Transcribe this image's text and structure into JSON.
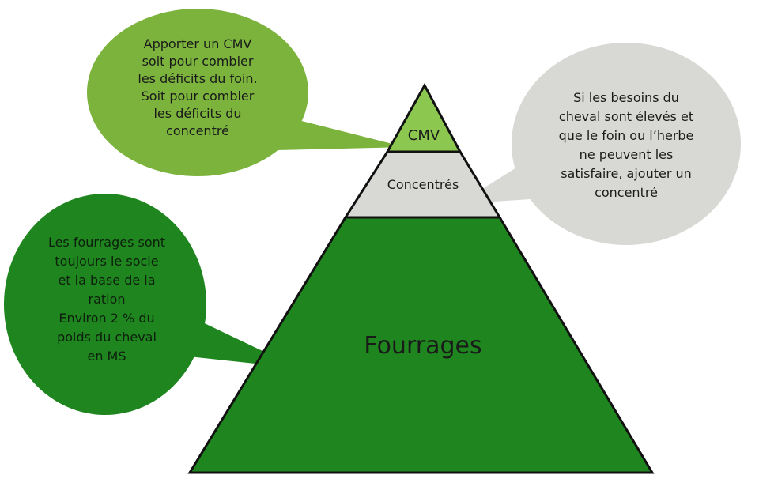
{
  "pyramid": {
    "layers": [
      {
        "label": "CMV",
        "color": "#8cc850"
      },
      {
        "label": "Concentrés",
        "color": "#d8d8d4"
      },
      {
        "label": "Fourrages",
        "color": "#1f861f"
      }
    ]
  },
  "bubbles": {
    "cmv": {
      "lines": [
        "Apporter un CMV",
        "soit pour combler",
        "les déficits du foin.",
        "Soit pour combler",
        "les déficits du",
        "concentré"
      ],
      "color": "#7bb33d"
    },
    "concentres": {
      "lines": [
        "Si les besoins du",
        "cheval sont élevés et",
        "que le foin ou l’herbe",
        "ne peuvent les",
        "satisfaire, ajouter un",
        "concentré"
      ],
      "color": "#d8d8d4"
    },
    "fourrages": {
      "lines": [
        "Les fourrages sont",
        "toujours le socle",
        "et la base de la",
        "ration",
        "Environ 2 % du",
        "poids du cheval",
        "en MS"
      ],
      "color": "#1f861f"
    }
  }
}
